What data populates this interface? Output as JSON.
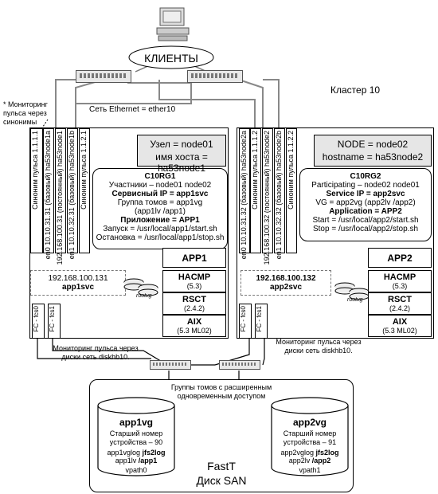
{
  "clients_label": "КЛИЕНТЫ",
  "cluster_label": "Кластер 10",
  "heartbeat_note": "* Мониторинг пульса через синонимы",
  "ethernet_label": "Сеть Ethernet = ether10",
  "disk_heartbeat_left": "Мониторинг пульса через диски сеть diskhb10.",
  "disk_heartbeat_right": "Мониторинг пульса через диски сеть diskhb10.",
  "node1": {
    "title_line1": "Узел = node01",
    "title_line2": "имя хоста = ha53node1",
    "vlabels": [
      "en0 10.10.31.31 (базовый) ha53node1a",
      "192.168.100.31 (постоянный) ha53node1",
      "en1 10.10.32.31 (базовый) ha53node1b"
    ],
    "alias_left": "Синоним пульса 1.1.1.1",
    "alias_right": "Синоним пульса 1.1.2.1",
    "rg": {
      "title": "C10RG1",
      "participants": "Участники – node01 node02",
      "service_ip": "Сервисный IP = app1svc",
      "volume_group": "Группа томов = app1vg",
      "volume_sub": "(app1lv /app1)",
      "application": "Приложение = APP1",
      "start": "Запуск = /usr/local/app1/start.sh",
      "stop": "Остановка = /usr/local/app1/stop.sh"
    },
    "svc_ip": "192.168.100.131",
    "svc_name": "app1svc",
    "rootvg": "rootvg",
    "stack": [
      {
        "name": "APP1",
        "version": ""
      },
      {
        "name": "HACMP",
        "version": "(5.3)"
      },
      {
        "name": "RSCT",
        "version": "(2.4.2)"
      },
      {
        "name": "AIX",
        "version": "(5.3 ML02)"
      }
    ],
    "fc": [
      "FC - fcs0",
      "FC - fcs1"
    ]
  },
  "node2": {
    "title_line1": "NODE = node02",
    "title_line2": "hostname = ha53node2",
    "vlabels": [
      "en0 10.10.31.32 (базовый) ha53node2a",
      "192.168.100.32 (постоянный) ha53node2",
      "en1 10.10.32.32 (базовый) ha53node2b"
    ],
    "alias_left": "Синоним пульса 1.1.1.2",
    "alias_right": "Синоним пульса 1.1.2.2",
    "rg": {
      "title": "C10RG2",
      "participants": "Participating – node02 node01",
      "service_ip": "Service IP = app2svc",
      "volume_group": "VG = app2vg (app2lv /app2)",
      "application": "Application = APP2",
      "start": "Start = /usr/local/app2/start.sh",
      "stop": "Stop = /usr/local/app2/stop.sh"
    },
    "svc_ip": "192.168.100.132",
    "svc_name": "app2svc",
    "rootvg": "rootvg",
    "stack": [
      {
        "name": "APP2",
        "version": ""
      },
      {
        "name": "HACMP",
        "version": "(5.3)"
      },
      {
        "name": "RSCT",
        "version": "(2.4.2)"
      },
      {
        "name": "AIX",
        "version": "(5.3 ML02)"
      }
    ],
    "fc": [
      "FC - fcs0",
      "FC - fcs1"
    ]
  },
  "san": {
    "shared_label": "Группы томов с расширенным одновременным доступом",
    "vg1": {
      "name": "app1vg",
      "major_label": "Старший номер устройства – 90",
      "log": "app1vglog",
      "logtype": "jfs2log",
      "lv": "app1lv",
      "mount": "/app1",
      "vpath": "vpath0"
    },
    "vg2": {
      "name": "app2vg",
      "major_label": "Старший номер устройства – 91",
      "log": "app2vglog",
      "logtype": "jfs2log",
      "lv": "app2lv",
      "mount": "/app2",
      "vpath": "vpath1"
    },
    "title1": "FastT",
    "title2": "Диск SAN"
  }
}
